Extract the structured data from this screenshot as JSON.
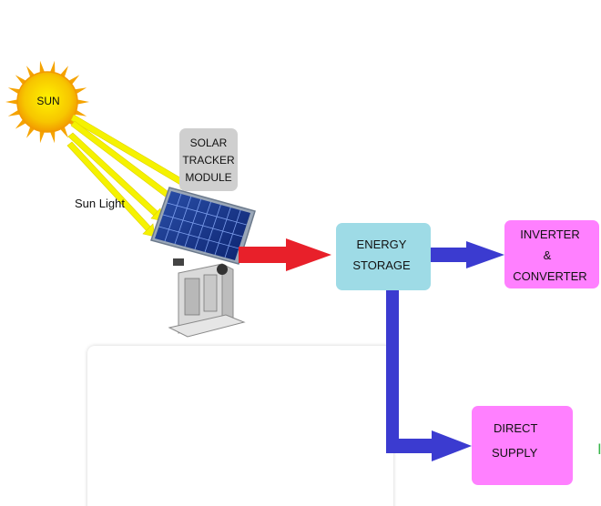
{
  "sun": {
    "label": "SUN",
    "icon": "sun-icon"
  },
  "sunlight": {
    "label": "Sun Light"
  },
  "tracker": {
    "label_lines": [
      "SOLAR",
      "TRACKER",
      "MODULE"
    ],
    "icon": "solar-panel-icon"
  },
  "storage": {
    "label_lines": [
      "ENERGY",
      "STORAGE"
    ]
  },
  "inverter": {
    "label_lines": [
      "INVERTER",
      "&",
      "CONVERTER"
    ]
  },
  "direct": {
    "label_lines": [
      "DIRECT",
      "SUPPLY"
    ]
  },
  "stray": {
    "text": "I"
  },
  "colors": {
    "sun": "#f7c600",
    "sun_ray": "#f5a300",
    "light_beam": "#f5f200",
    "tracker_box": "#cfcfcf",
    "storage_box": "#9edbe6",
    "output_box": "#ff80ff",
    "arrow_red": "#e8202a",
    "arrow_blue": "#3b3bd0"
  }
}
